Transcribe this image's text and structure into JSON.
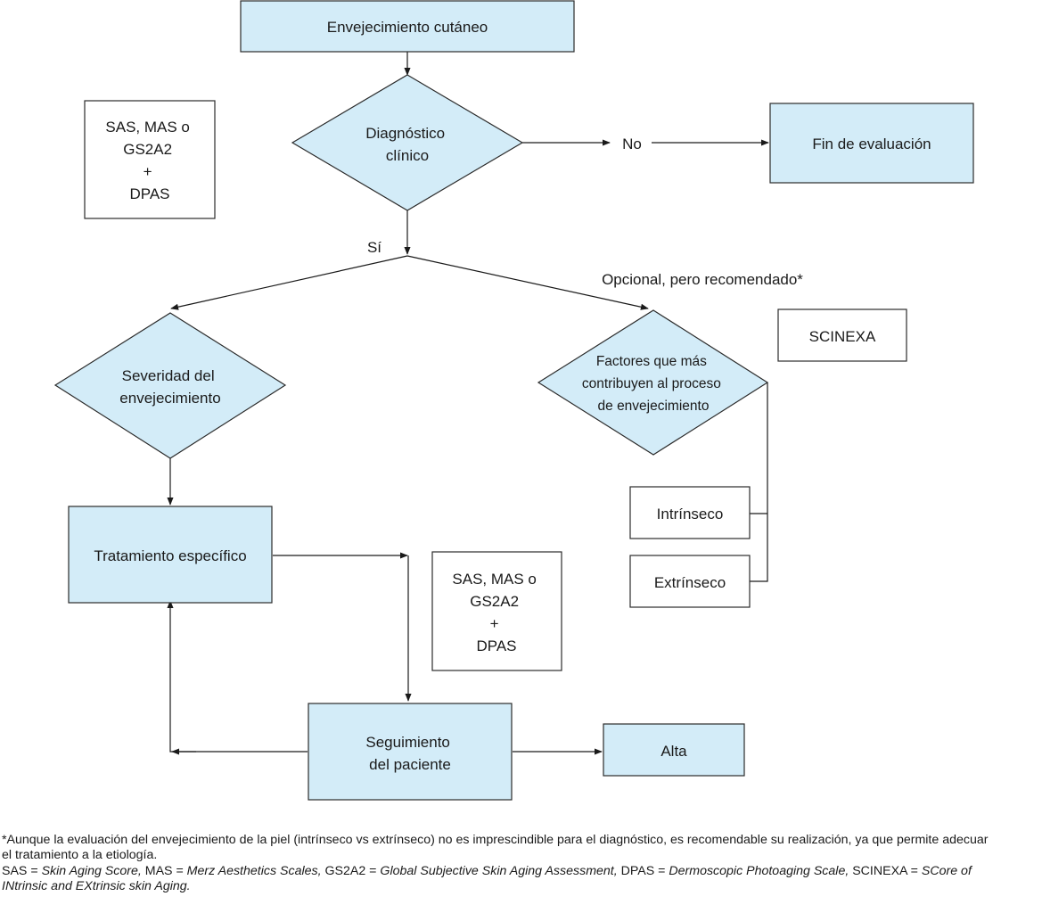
{
  "nodes": {
    "start": "Envejecimiento cutáneo",
    "diagnosis": [
      "Diagnóstico",
      "clínico"
    ],
    "end": "Fin de evaluación",
    "scales_top": [
      "SAS, MAS o",
      "GS2A2",
      "+",
      "DPAS"
    ],
    "severity": [
      "Severidad del",
      "envejecimiento"
    ],
    "factors": [
      "Factores que más",
      "contribuyen al proceso",
      "de envejecimiento"
    ],
    "scinexa": "SCINEXA",
    "intrinsic": "Intrínseco",
    "extrinsic": "Extrínseco",
    "treatment": "Tratamiento específico",
    "scales_bottom": [
      "SAS, MAS o",
      "GS2A2",
      "+",
      "DPAS"
    ],
    "followup": [
      "Seguimiento",
      "del paciente"
    ],
    "discharge": "Alta"
  },
  "edge_labels": {
    "no": "No",
    "yes": "Sí",
    "optional": "Opcional, pero recomendado*"
  },
  "footnote": {
    "line1": "*Aunque la evaluación del envejecimiento de la piel (intrínseco vs extrínseco) no es imprescindible para el diagnóstico, es recomendable su realización, ya que permite adecuar",
    "line2": "el tratamiento a la etiología.",
    "abbr_sas": "SAS = ",
    "abbr_sas_def": "Skin Aging Score,",
    "abbr_mas": " MAS = ",
    "abbr_mas_def": "Merz Aesthetics Scales,",
    "abbr_gs": " GS2A2 = ",
    "abbr_gs_def": "Global Subjective Skin Aging Assessment,",
    "abbr_dpas": " DPAS = ",
    "abbr_dpas_def": "Dermoscopic Photoaging Scale,",
    "abbr_scinexa": " SCINEXA = ",
    "abbr_scinexa_def1": "SCore of",
    "abbr_scinexa_def2": "INtrinsic and EXtrinsic skin Aging."
  },
  "colors": {
    "node_fill": "#d3ecf8",
    "stroke": "#2b2b2b"
  }
}
